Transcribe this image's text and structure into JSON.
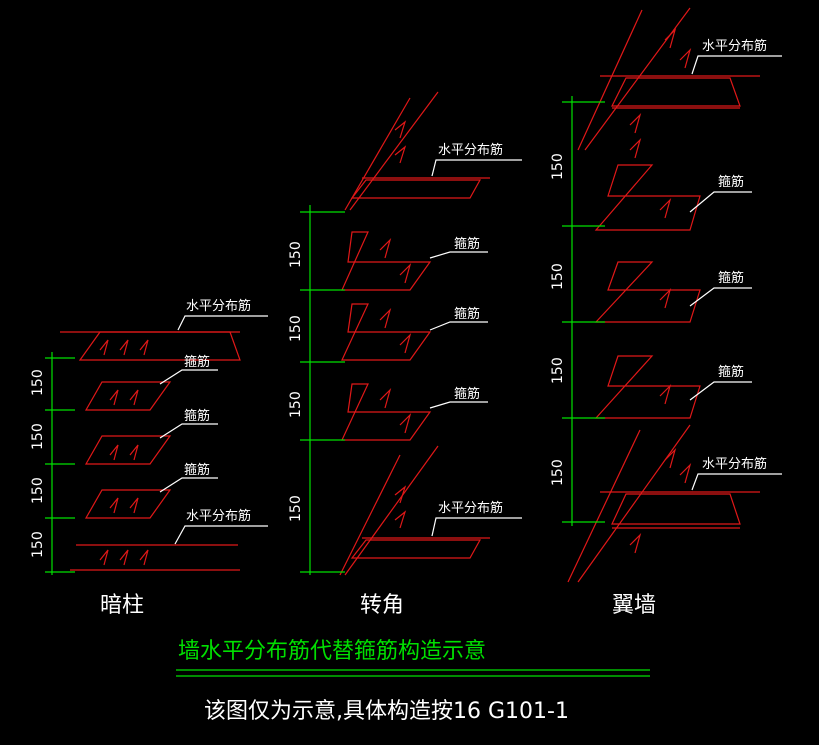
{
  "labels": {
    "horizontal_bar": "水平分布筋",
    "stirrup": "箍筋",
    "dim_150": "150"
  },
  "captions": {
    "hidden_column": "暗柱",
    "corner": "转角",
    "wing_wall": "翼墙"
  },
  "title": "墙水平分布筋代替箍筋构造示意",
  "note": "该图仅为示意,具体构造按16 G101-1",
  "colors": {
    "rebar": "#e01818",
    "dimension": "#00e000",
    "leader": "#ffffff",
    "background": "#000000"
  }
}
